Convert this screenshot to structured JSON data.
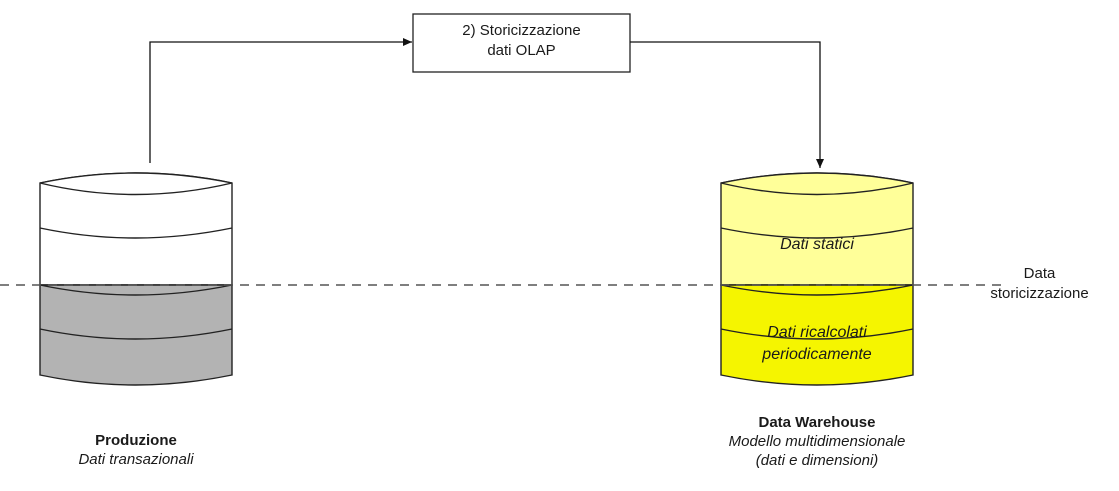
{
  "process_box": {
    "line1": "2) Storicizzazione",
    "line2": "dati OLAP"
  },
  "threshold": {
    "line1": "Data",
    "line2": "storicizzazione"
  },
  "source_db": {
    "title": "Produzione",
    "subtitle": "Dati transazionali",
    "colors": {
      "top": "#ffffff",
      "bottom": "#b3b3b3"
    }
  },
  "warehouse_db": {
    "title": "Data Warehouse",
    "subtitle_line1": "Modello multidimensionale",
    "subtitle_line2": "(dati e dimensioni)",
    "static_label": "Dati statici",
    "recalc_line1": "Dati ricalcolati",
    "recalc_line2": "periodicamente",
    "colors": {
      "top": "#ffff99",
      "bottom": "#f5f500"
    }
  }
}
